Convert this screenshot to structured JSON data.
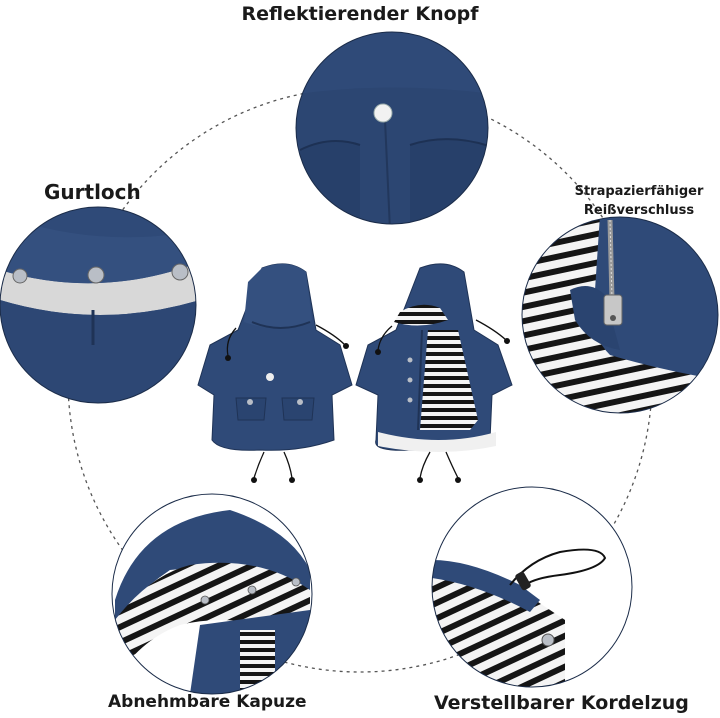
{
  "labels": {
    "top": "Reflektierender Knopf",
    "left": "Gurtloch",
    "right_line1": "Strapazierfähiger",
    "right_line2": "Reißverschluss",
    "bottom_left": "Abnehmbare Kapuze",
    "bottom_right": "Verstellbarer Kordelzug"
  },
  "colors": {
    "navy": "#2f4a78",
    "navy_dark": "#22375c",
    "stripe_black": "#151515",
    "stripe_white": "#f4f4f4",
    "dashes": "#555555"
  }
}
